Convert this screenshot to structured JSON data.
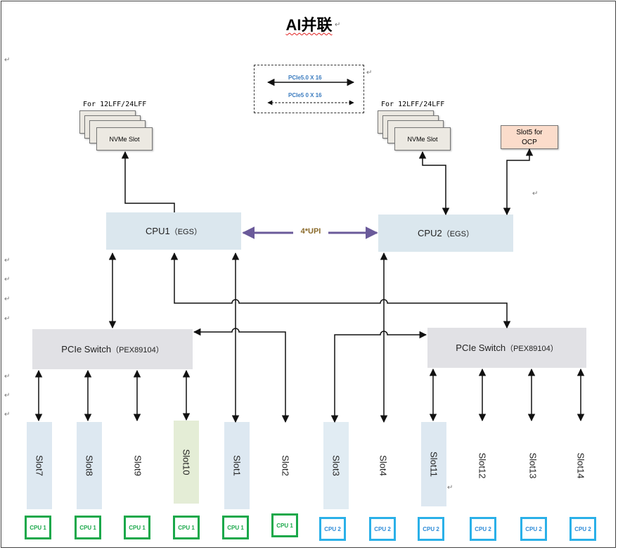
{
  "title": "AI并联",
  "legend": {
    "line1": "PCIe5.0 X 16",
    "line2": "PCIe5 0 X 16"
  },
  "storage_left": {
    "label": "For 12LFF/24LFF",
    "slot": "NVMe Slot"
  },
  "storage_right": {
    "label": "For 12LFF/24LFF",
    "slot": "NVMe Slot"
  },
  "ocp": {
    "line1": "Slot5 for",
    "line2": "OCP"
  },
  "cpu1": {
    "name": "CPU1",
    "sub": "（EGS）"
  },
  "cpu2": {
    "name": "CPU2",
    "sub": "（EGS）"
  },
  "upi_label": "4*UPI",
  "switch_left": {
    "name": "PCIe Switch",
    "sub": "（PEX89104）"
  },
  "switch_right": {
    "name": "PCIe Switch",
    "sub": "（PEX89104）"
  },
  "slots": [
    {
      "label": "Slot7",
      "cpu": "CPU 1"
    },
    {
      "label": "Slot8",
      "cpu": "CPU 1"
    },
    {
      "label": "Slot9",
      "cpu": "CPU 1"
    },
    {
      "label": "Slot10",
      "cpu": "CPU 1"
    },
    {
      "label": "Slot1",
      "cpu": "CPU 1"
    },
    {
      "label": "Slot2",
      "cpu": "CPU 1"
    },
    {
      "label": "Slot3",
      "cpu": "CPU 2"
    },
    {
      "label": "Slot4",
      "cpu": "CPU 2"
    },
    {
      "label": "Slot11",
      "cpu": "CPU 2"
    },
    {
      "label": "Slot12",
      "cpu": "CPU 2"
    },
    {
      "label": "Slot13",
      "cpu": "CPU 2"
    },
    {
      "label": "Slot14",
      "cpu": "CPU 2"
    }
  ],
  "colors": {
    "cpu_fill": "#dbe7ee",
    "switch_fill": "#e1e1e5",
    "upi_line": "#6a5a9a",
    "cpu1_box": "#1aa84a",
    "cpu2_box": "#2ab0e8",
    "ocp_fill": "#fbdccb"
  }
}
